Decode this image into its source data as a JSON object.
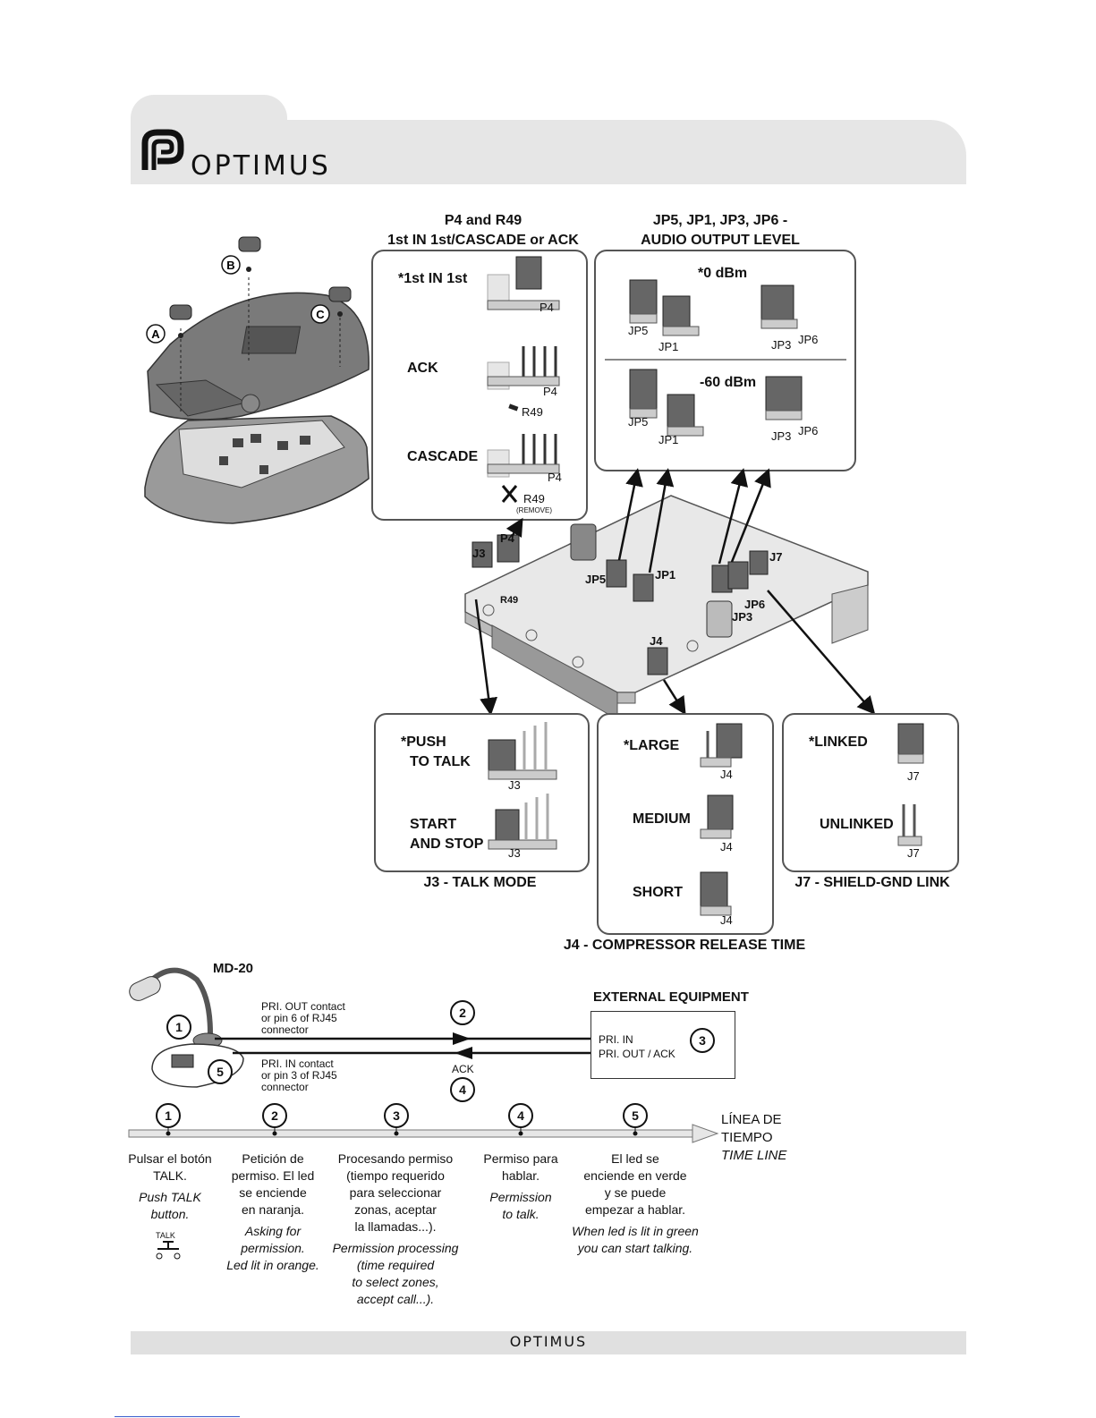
{
  "brand": "OPTIMUS",
  "footer": "OPTIMUS",
  "exploded_view": {
    "callouts": [
      "A",
      "B",
      "C"
    ]
  },
  "p4_section": {
    "title_line1": "P4 and R49",
    "title_line2": "1st IN 1st/CASCADE or ACK",
    "opt1": "*1st IN 1st",
    "opt2": "ACK",
    "opt3": "CASCADE",
    "p4": "P4",
    "r49": "R49",
    "remove": "(REMOVE)"
  },
  "audio_section": {
    "title_line1": "JP5, JP1, JP3, JP6 -",
    "title_line2": "AUDIO OUTPUT LEVEL",
    "level1": "*0 dBm",
    "level2": "-60 dBm",
    "jp5": "JP5",
    "jp1": "JP1",
    "jp3": "JP3",
    "jp6": "JP6"
  },
  "board_labels": {
    "j3": "J3",
    "p4": "P4",
    "r49": "R49",
    "jp5": "JP5",
    "jp1": "JP1",
    "j7": "J7",
    "jp6": "JP6",
    "jp3": "JP3",
    "j4": "J4"
  },
  "talk_mode": {
    "opt1_l1": "*PUSH",
    "opt1_l2": "TO TALK",
    "opt2_l1": "START",
    "opt2_l2": "AND STOP",
    "j3": "J3",
    "caption": "J3 -  TALK MODE"
  },
  "release": {
    "opt1": "*LARGE",
    "opt2": "MEDIUM",
    "opt3": "SHORT",
    "j4": "J4",
    "caption": "J4 -  COMPRESSOR RELEASE TIME"
  },
  "shield": {
    "opt1": "*LINKED",
    "opt2": "UNLINKED",
    "j7": "J7",
    "caption": "J7 -  SHIELD-GND LINK"
  },
  "flow": {
    "model": "MD-20",
    "pri_out_l1": "PRI. OUT contact",
    "pri_out_l2": "or pin 6 of RJ45",
    "pri_out_l3": "connector",
    "pri_in_l1": "PRI. IN contact",
    "pri_in_l2": "or pin 3 of RJ45",
    "pri_in_l3": "connector",
    "ack": "ACK",
    "ext_title": "EXTERNAL EQUIPMENT",
    "ext_in": "PRI. IN",
    "ext_out": "PRI. OUT / ACK",
    "steps": [
      "1",
      "2",
      "3",
      "4",
      "5"
    ]
  },
  "timeline": {
    "label_l1": "LÍNEA DE",
    "label_l2": "TIEMPO",
    "label_l3": "TIME LINE",
    "talk_icon": "TALK",
    "items": [
      {
        "num": "1",
        "es": [
          "Pulsar el botón",
          "TALK."
        ],
        "en": [
          "Push TALK",
          "button."
        ]
      },
      {
        "num": "2",
        "es": [
          "Petición de",
          "permiso. El led",
          "se enciende",
          "en naranja."
        ],
        "en": [
          "Asking for",
          "permission.",
          "Led lit in orange."
        ]
      },
      {
        "num": "3",
        "es": [
          "Procesando permiso",
          "(tiempo requerido",
          "para seleccionar",
          "zonas, aceptar",
          "la llamadas...)."
        ],
        "en": [
          "Permission processing",
          "(time required",
          "to select zones,",
          "accept call...)."
        ]
      },
      {
        "num": "4",
        "es": [
          "Permiso para",
          "hablar."
        ],
        "en": [
          "Permission",
          "to talk."
        ]
      },
      {
        "num": "5",
        "es": [
          "El led se",
          "enciende en verde",
          "y se puede",
          "empezar a hablar."
        ],
        "en": [
          "When led is lit in green",
          "you can start talking."
        ]
      }
    ]
  }
}
